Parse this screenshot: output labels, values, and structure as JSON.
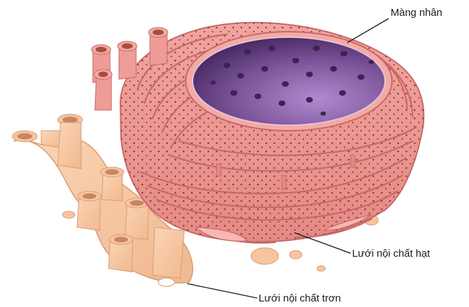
{
  "labels": {
    "nuclear_envelope": "Màng nhân",
    "rough_er": "Lưới nội chất hạt",
    "smooth_er": "Lưới nội chất trơn"
  },
  "colors": {
    "nucleus_dark": "#4a2a6a",
    "nucleus_light": "#a07ac0",
    "rough_er_fill": "#e99090",
    "rough_er_edge": "#c86868",
    "smooth_er_fill": "#f6c5a0",
    "smooth_er_edge": "#d99a72",
    "ribosome": "#8c2a22",
    "pore": "#3a2454"
  }
}
